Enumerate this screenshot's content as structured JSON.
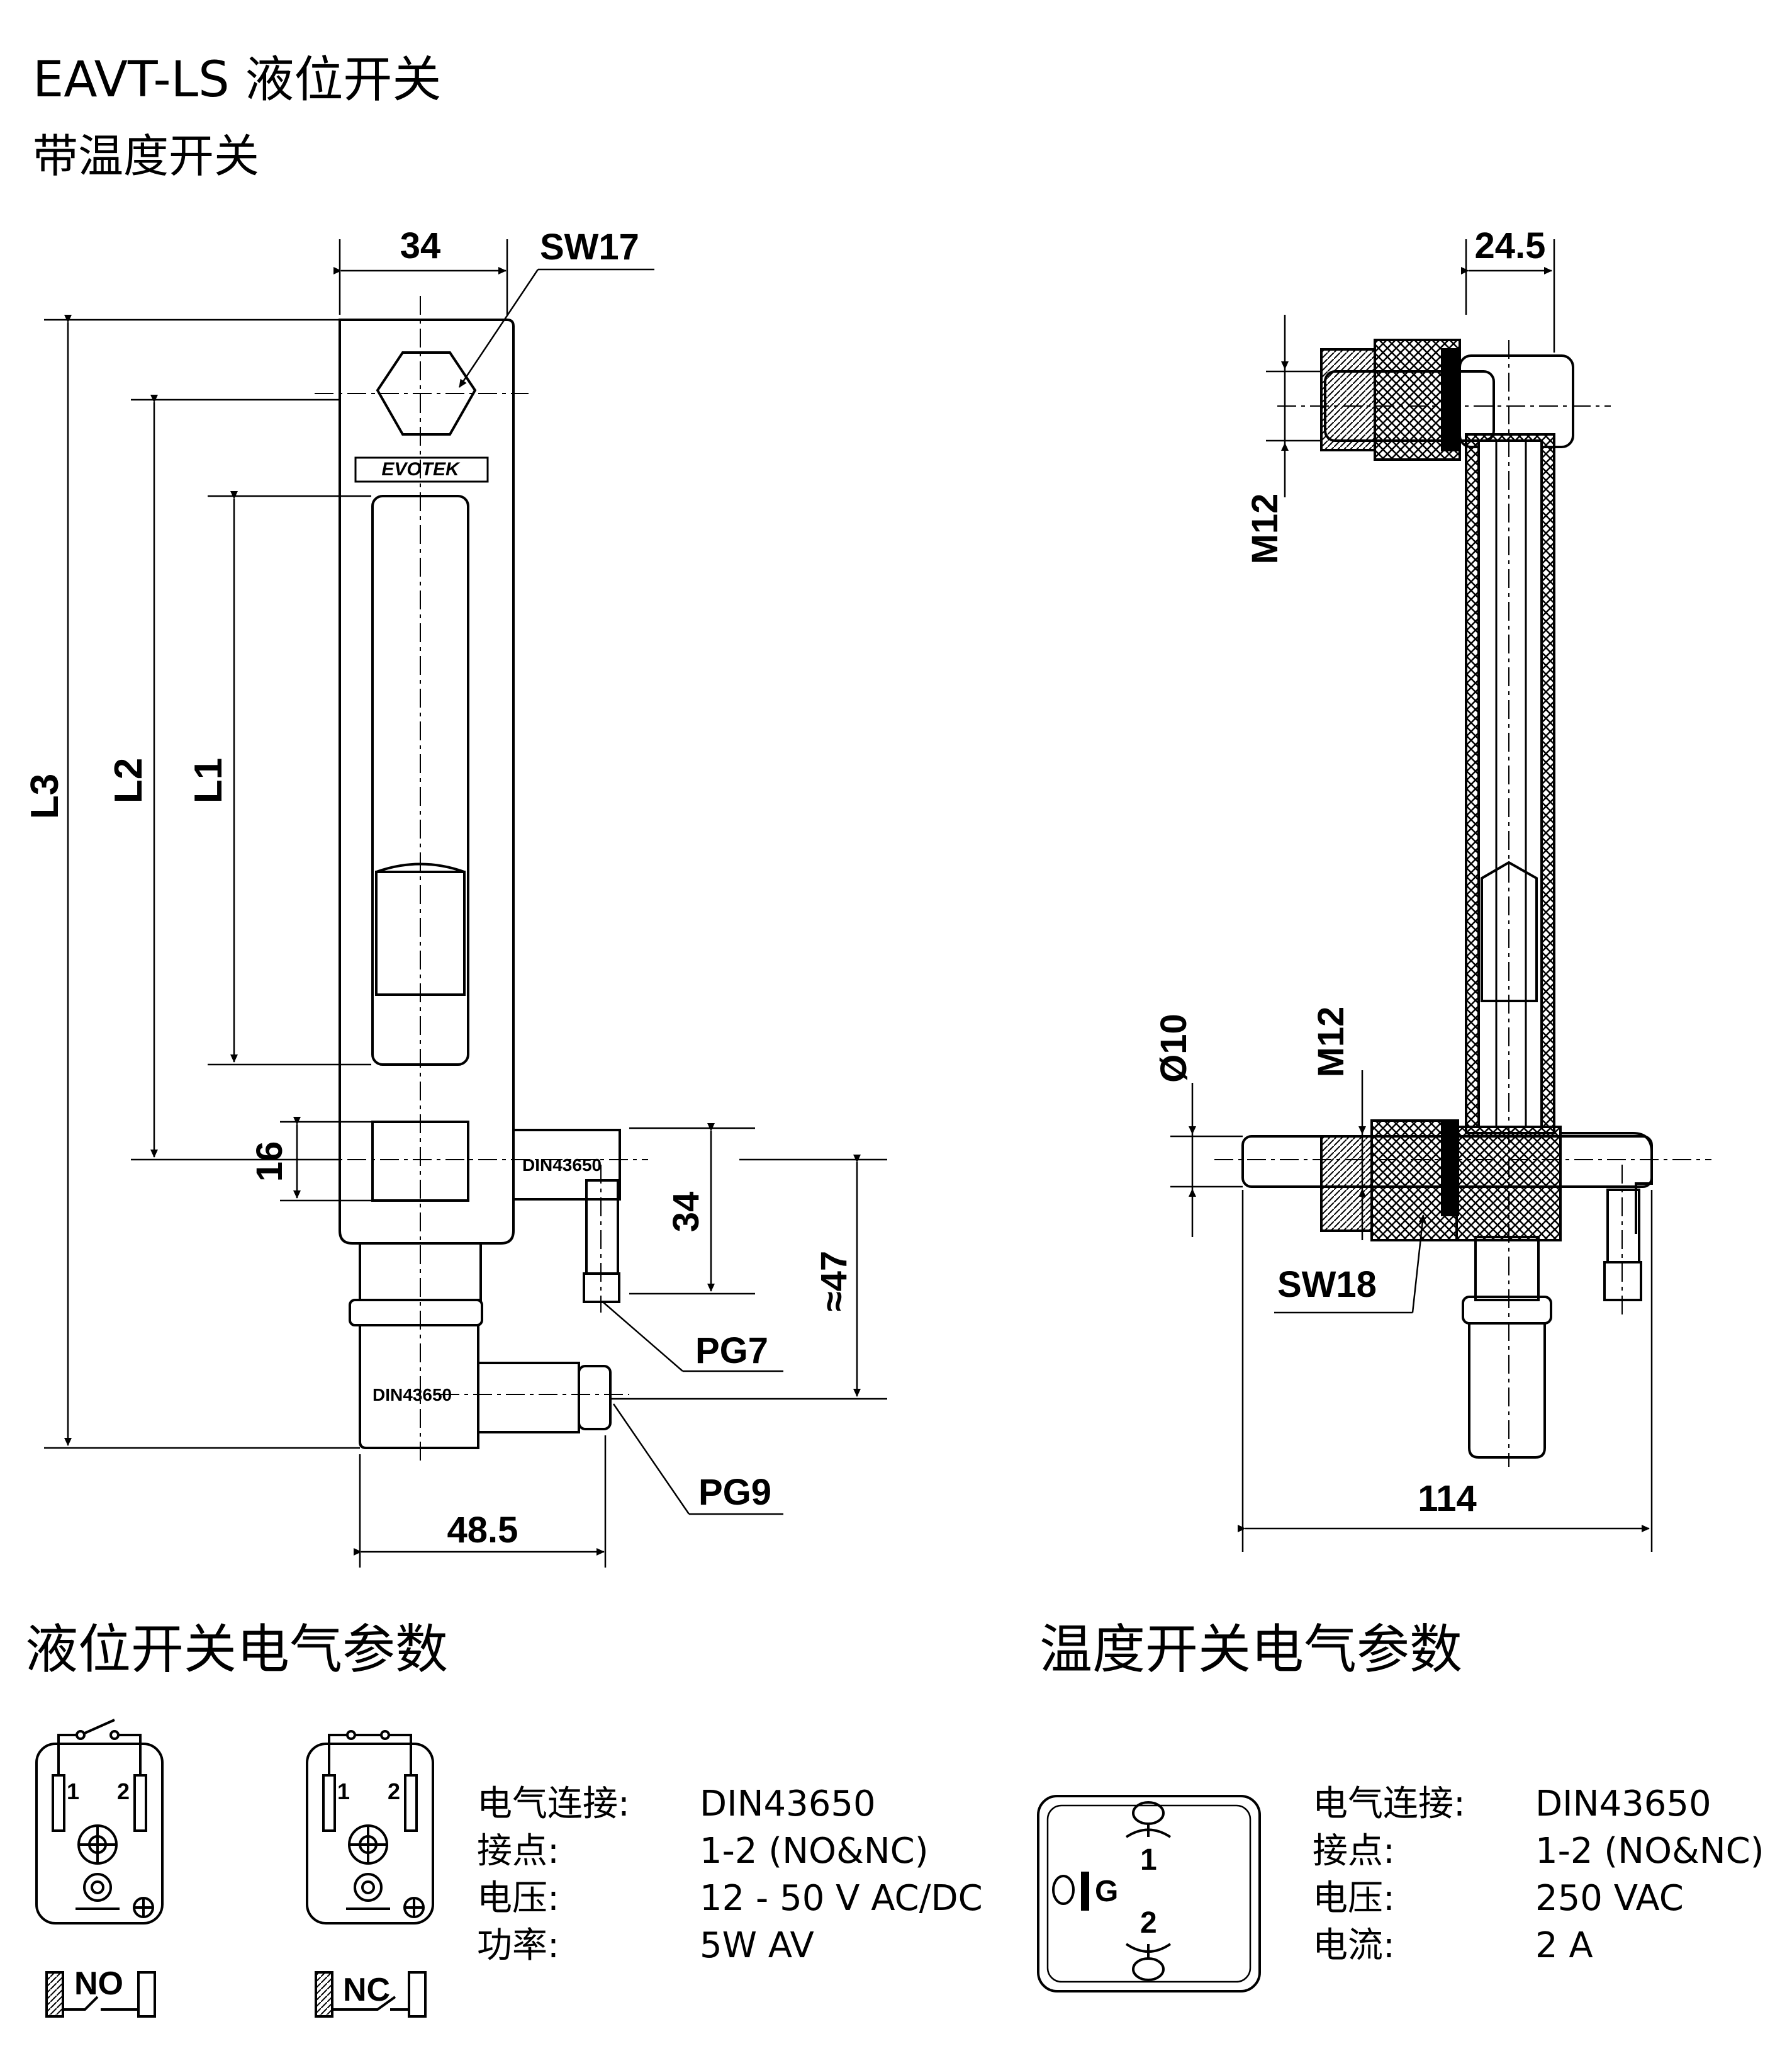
{
  "header": {
    "title": "EAVT-LS 液位开关",
    "subtitle": "带温度开关"
  },
  "front_view": {
    "dims": {
      "top_width": "34",
      "wrench_top": "SW17",
      "l3": "L3",
      "l2": "L2",
      "l1": "L1",
      "h16": "16",
      "h34": "34",
      "h47": "≈47",
      "pg7": "PG7",
      "pg9": "PG9",
      "w485": "48.5"
    },
    "connector_upper": "DIN43650",
    "connector_lower": "DIN43650",
    "logo": "EVOTEK"
  },
  "side_view": {
    "dims": {
      "top_width": "24.5",
      "thread_top": "M12",
      "thread_bottom": "M12",
      "diameter": "Ø10",
      "wrench": "SW18",
      "width": "114"
    }
  },
  "level_switch": {
    "heading": "液位开关电气参数",
    "no_label": "NO",
    "nc_label": "NC",
    "pin1": "1",
    "pin2": "2",
    "specs": [
      {
        "label": "电气连接:",
        "value": "DIN43650"
      },
      {
        "label": "接点:",
        "value": "1-2 (NO&NC)"
      },
      {
        "label": "电压:",
        "value": "12 - 50 V AC/DC"
      },
      {
        "label": "功率:",
        "value": "5W AV"
      }
    ]
  },
  "temp_switch": {
    "heading": "温度开关电气参数",
    "pin1": "1",
    "pin2": "2",
    "ground": "G",
    "specs": [
      {
        "label": "电气连接:",
        "value": "DIN43650"
      },
      {
        "label": "接点:",
        "value": "1-2 (NO&NC)"
      },
      {
        "label": "电压:",
        "value": "250 VAC"
      },
      {
        "label": "电流:",
        "value": "2 A"
      }
    ]
  }
}
